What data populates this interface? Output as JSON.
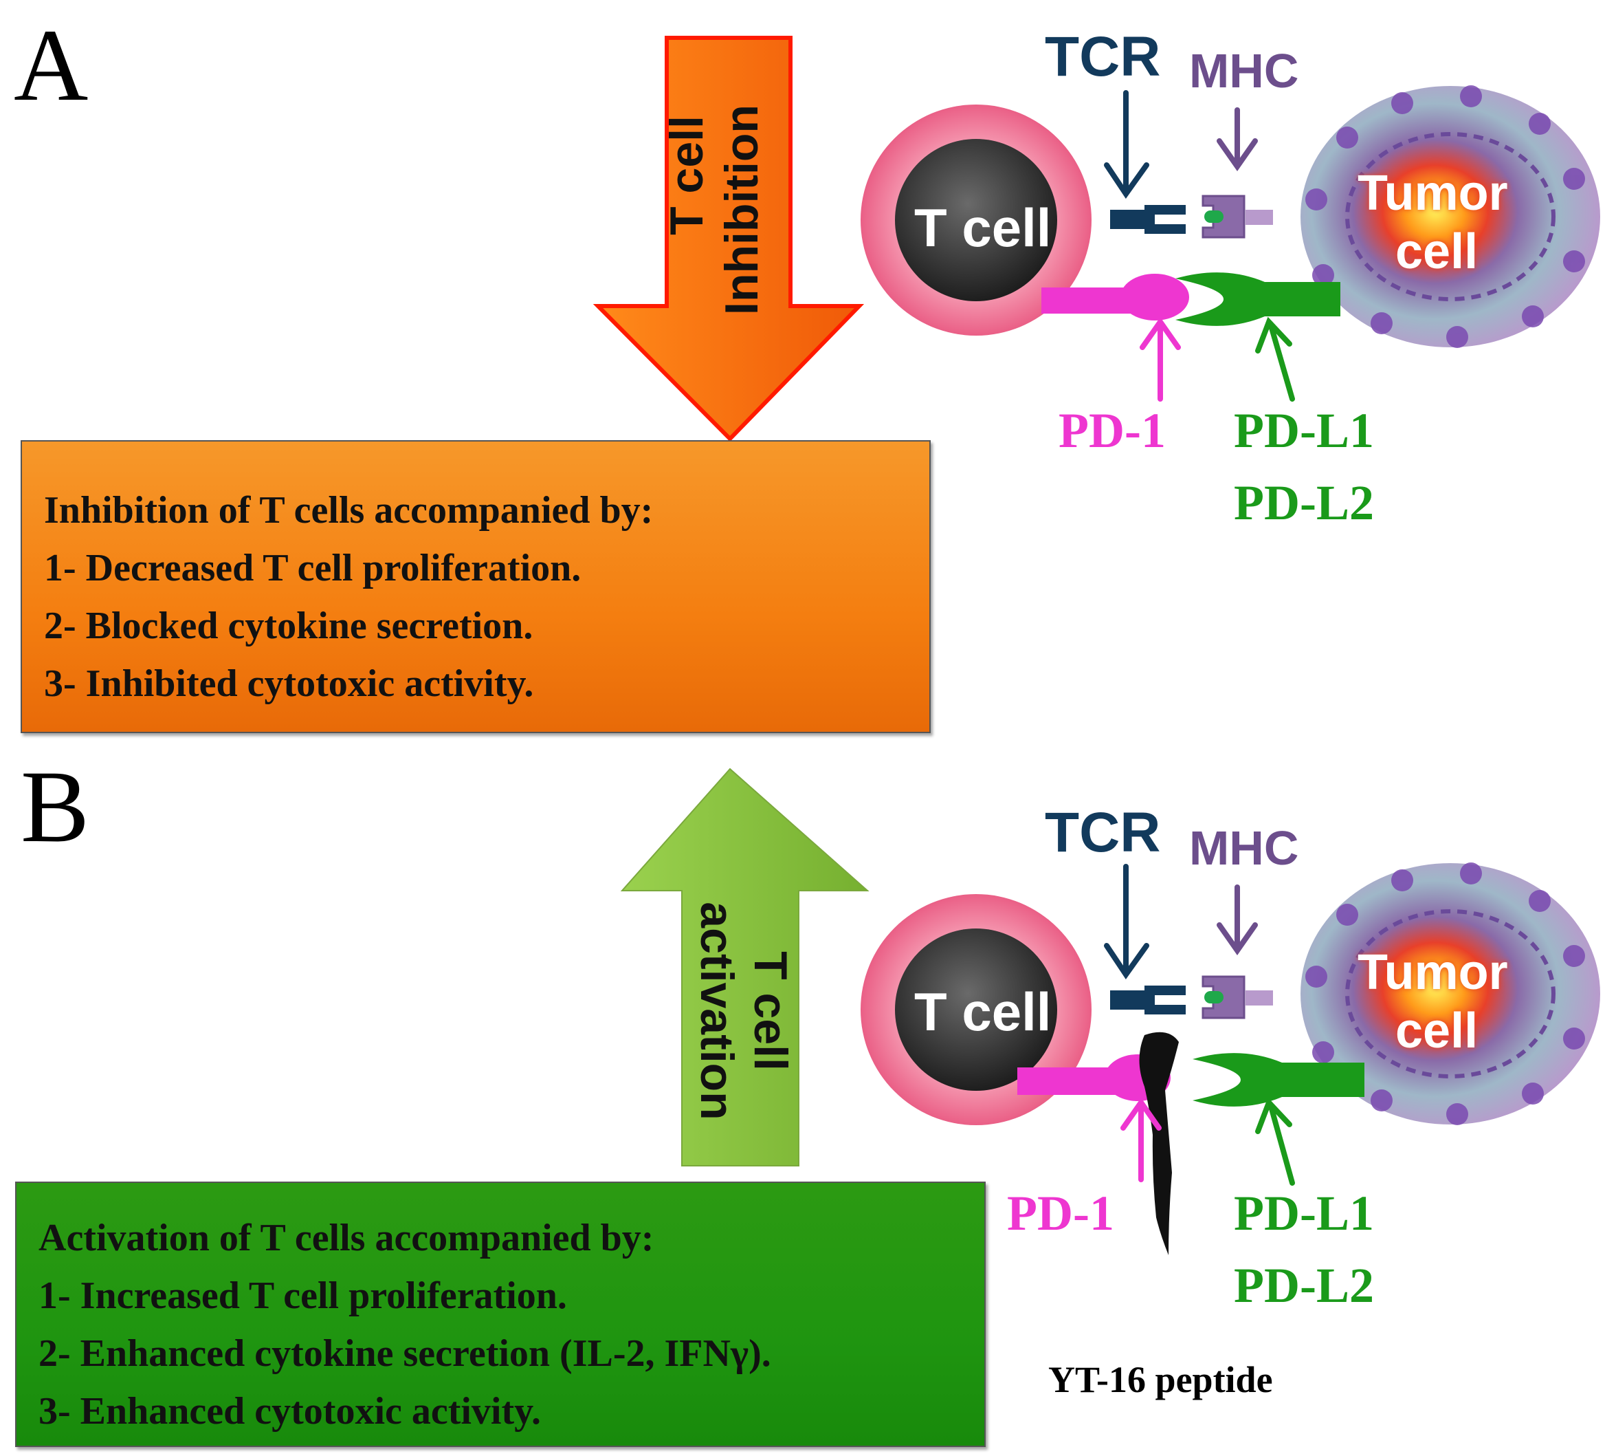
{
  "panel_a": {
    "letter": "A",
    "arrow_text_line1": "T cell",
    "arrow_text_line2": "Inhibition",
    "labels": {
      "tcr": "TCR",
      "mhc": "MHC",
      "t_cell": "T cell",
      "tumor_line1": "Tumor",
      "tumor_line2": "cell",
      "pd1": "PD-1",
      "pdl1": "PD-L1",
      "pdl2": "PD-L2"
    },
    "box_lines": [
      "Inhibition of T cells accompanied by:",
      "1- Decreased  T cell proliferation.",
      "2- Blocked cytokine secretion.",
      "3- Inhibited cytotoxic activity."
    ],
    "colors": {
      "arrow": "#f26a0a",
      "arrow_border": "#ff1a00",
      "box": "#f47e10"
    }
  },
  "panel_b": {
    "letter": "B",
    "arrow_text_line1": "T cell",
    "arrow_text_line2": "activation",
    "labels": {
      "tcr": "TCR",
      "mhc": "MHC",
      "t_cell": "T cell",
      "tumor_line1": "Tumor",
      "tumor_line2": "cell",
      "pd1": "PD-1",
      "pdl1": "PD-L1",
      "pdl2": "PD-L2",
      "peptide": "YT-16 peptide"
    },
    "box_lines": [
      "Activation of T cells accompanied by:",
      "1- Increased  T cell proliferation.",
      "2- Enhanced cytokine secretion (IL-2, IFNγ).",
      "3- Enhanced cytotoxic activity."
    ],
    "colors": {
      "arrow": "#8cc63e",
      "box": "#1f9510"
    }
  },
  "colors": {
    "tcr": "#123a5c",
    "mhc": "#6c4e8c",
    "pd1": "#ee36d0",
    "pdl": "#1a9a1a",
    "t_cell_ring": "#f06890",
    "t_cell_core": "#3a3a3a"
  }
}
